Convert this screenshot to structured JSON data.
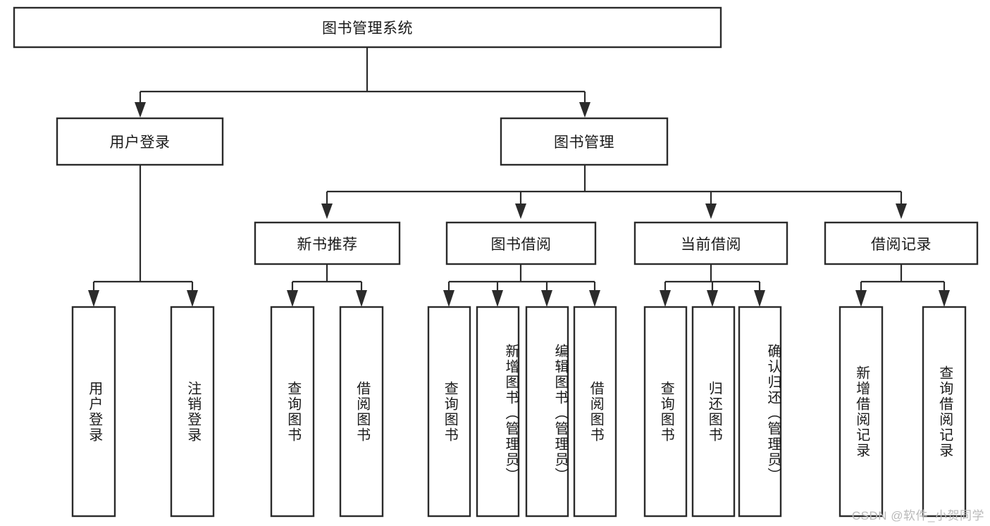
{
  "diagram": {
    "title": "图书管理系统",
    "type": "tree-hierarchy",
    "watermark": "CSDN @软件_小贺同学",
    "colors": {
      "box_stroke": "#2b2b2b",
      "box_fill": "#ffffff",
      "connector": "#2b2b2b",
      "text": "#1a1a1a",
      "background": "#ffffff",
      "watermark": "#b9b9b9"
    },
    "root": {
      "label": "图书管理系统"
    },
    "level2": [
      {
        "label": "用户登录"
      },
      {
        "label": "图书管理"
      }
    ],
    "level3": [
      {
        "label": "新书推荐"
      },
      {
        "label": "图书借阅"
      },
      {
        "label": "当前借阅"
      },
      {
        "label": "借阅记录"
      }
    ],
    "leaves": {
      "user_login": [
        {
          "label": "用户登录"
        },
        {
          "label": "注销登录"
        }
      ],
      "new_book_recommend": [
        {
          "label": "查询图书"
        },
        {
          "label": "借阅图书"
        }
      ],
      "book_borrow": [
        {
          "label": "查询图书"
        },
        {
          "label": "新增图书（管理员）"
        },
        {
          "label": "编辑图书（管理员）"
        },
        {
          "label": "借阅图书"
        }
      ],
      "current_borrow": [
        {
          "label": "查询图书"
        },
        {
          "label": "归还图书"
        },
        {
          "label": "确认归还（管理员）"
        }
      ],
      "borrow_record": [
        {
          "label": "新增借阅记录"
        },
        {
          "label": "查询借阅记录"
        }
      ]
    }
  }
}
